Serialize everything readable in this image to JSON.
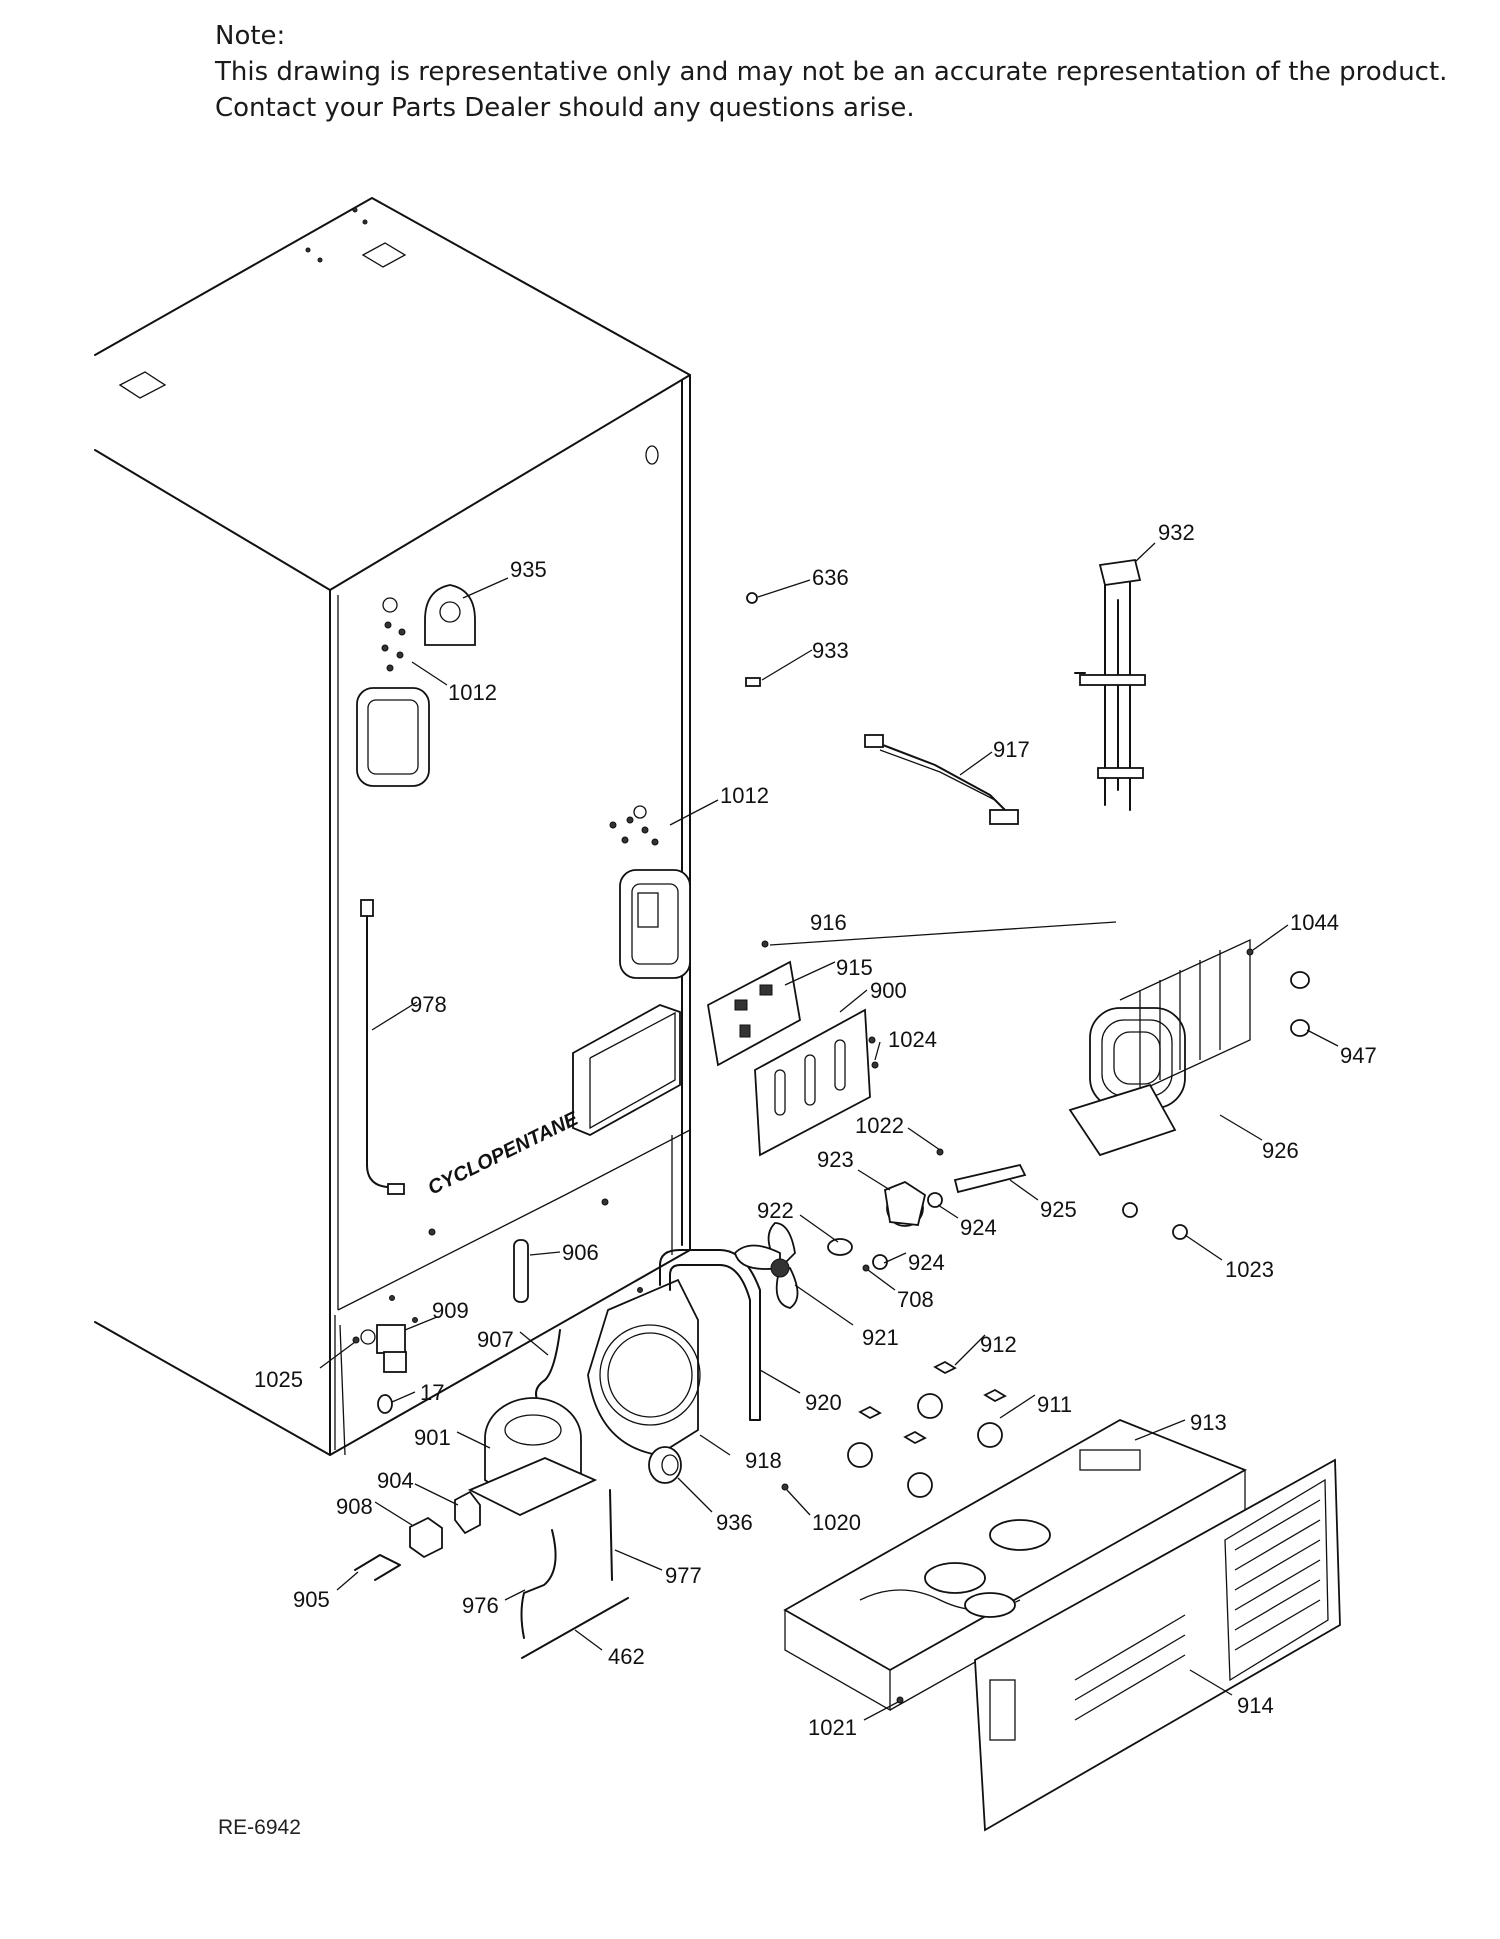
{
  "note": {
    "heading": "Note:",
    "line1": "This drawing is representative only and may not be an accurate representation of the product.",
    "line2": "Contact your Parts Dealer should any questions arise."
  },
  "cabinet_label": "CYCLOPENTANE",
  "drawing_id": "RE-6942",
  "callouts": [
    {
      "id": "935",
      "label": "935"
    },
    {
      "id": "1012a",
      "label": "1012"
    },
    {
      "id": "636",
      "label": "636"
    },
    {
      "id": "933",
      "label": "933"
    },
    {
      "id": "932",
      "label": "932"
    },
    {
      "id": "917",
      "label": "917"
    },
    {
      "id": "1012b",
      "label": "1012"
    },
    {
      "id": "916",
      "label": "916"
    },
    {
      "id": "915",
      "label": "915"
    },
    {
      "id": "900",
      "label": "900"
    },
    {
      "id": "1024",
      "label": "1024"
    },
    {
      "id": "1044",
      "label": "1044"
    },
    {
      "id": "947",
      "label": "947"
    },
    {
      "id": "978",
      "label": "978"
    },
    {
      "id": "1022",
      "label": "1022"
    },
    {
      "id": "923",
      "label": "923"
    },
    {
      "id": "926",
      "label": "926"
    },
    {
      "id": "925",
      "label": "925"
    },
    {
      "id": "922",
      "label": "922"
    },
    {
      "id": "924a",
      "label": "924"
    },
    {
      "id": "924b",
      "label": "924"
    },
    {
      "id": "1023",
      "label": "1023"
    },
    {
      "id": "906",
      "label": "906"
    },
    {
      "id": "708",
      "label": "708"
    },
    {
      "id": "909",
      "label": "909"
    },
    {
      "id": "921",
      "label": "921"
    },
    {
      "id": "907",
      "label": "907"
    },
    {
      "id": "912",
      "label": "912"
    },
    {
      "id": "1025",
      "label": "1025"
    },
    {
      "id": "17",
      "label": "17"
    },
    {
      "id": "920",
      "label": "920"
    },
    {
      "id": "911",
      "label": "911"
    },
    {
      "id": "901",
      "label": "901"
    },
    {
      "id": "913",
      "label": "913"
    },
    {
      "id": "918",
      "label": "918"
    },
    {
      "id": "904",
      "label": "904"
    },
    {
      "id": "908",
      "label": "908"
    },
    {
      "id": "936",
      "label": "936"
    },
    {
      "id": "1020",
      "label": "1020"
    },
    {
      "id": "977",
      "label": "977"
    },
    {
      "id": "905",
      "label": "905"
    },
    {
      "id": "976",
      "label": "976"
    },
    {
      "id": "462",
      "label": "462"
    },
    {
      "id": "914",
      "label": "914"
    },
    {
      "id": "1021",
      "label": "1021"
    }
  ]
}
